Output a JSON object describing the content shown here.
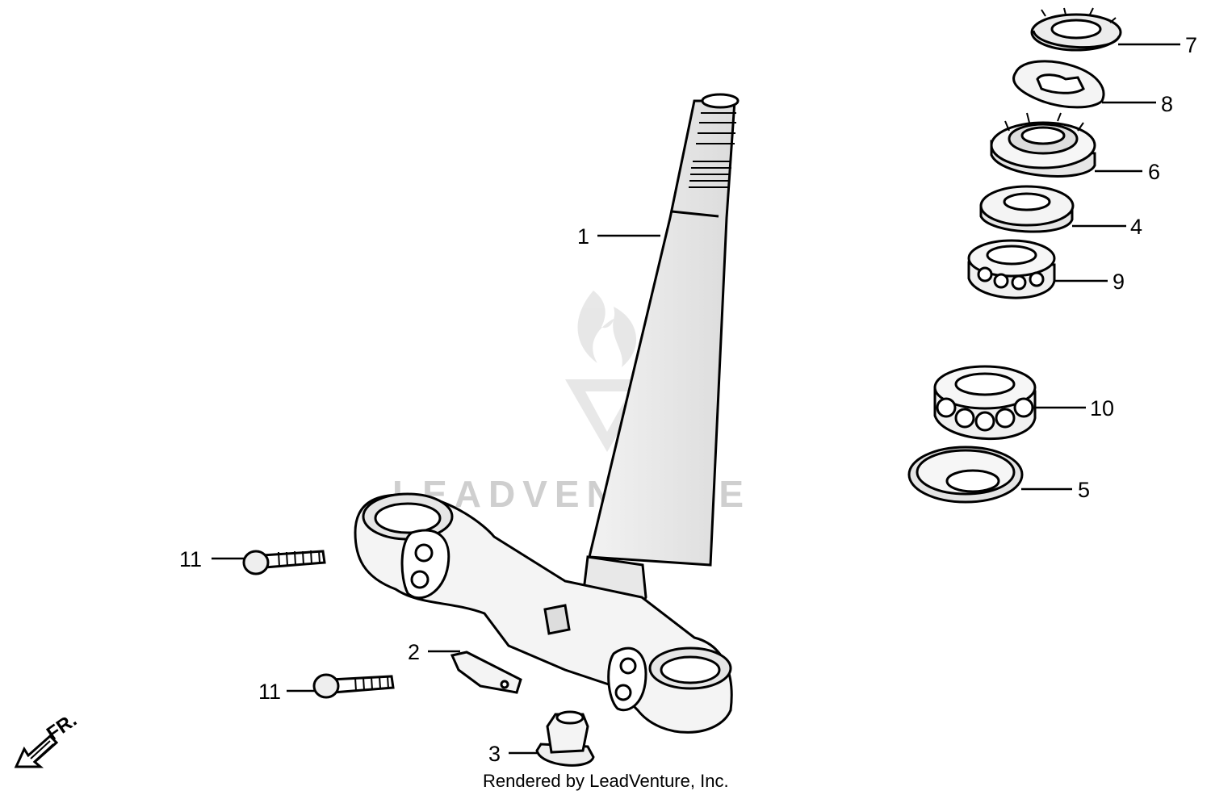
{
  "diagram": {
    "callouts": {
      "c1": "1",
      "c2": "2",
      "c3": "3",
      "c4": "4",
      "c5": "5",
      "c6": "6",
      "c7": "7",
      "c8": "8",
      "c9": "9",
      "c10": "10",
      "c11a": "11",
      "c11b": "11"
    },
    "direction_marker": "FR.",
    "watermark": "LEADVENTURE",
    "footer": "Rendered by LeadVenture, Inc."
  }
}
